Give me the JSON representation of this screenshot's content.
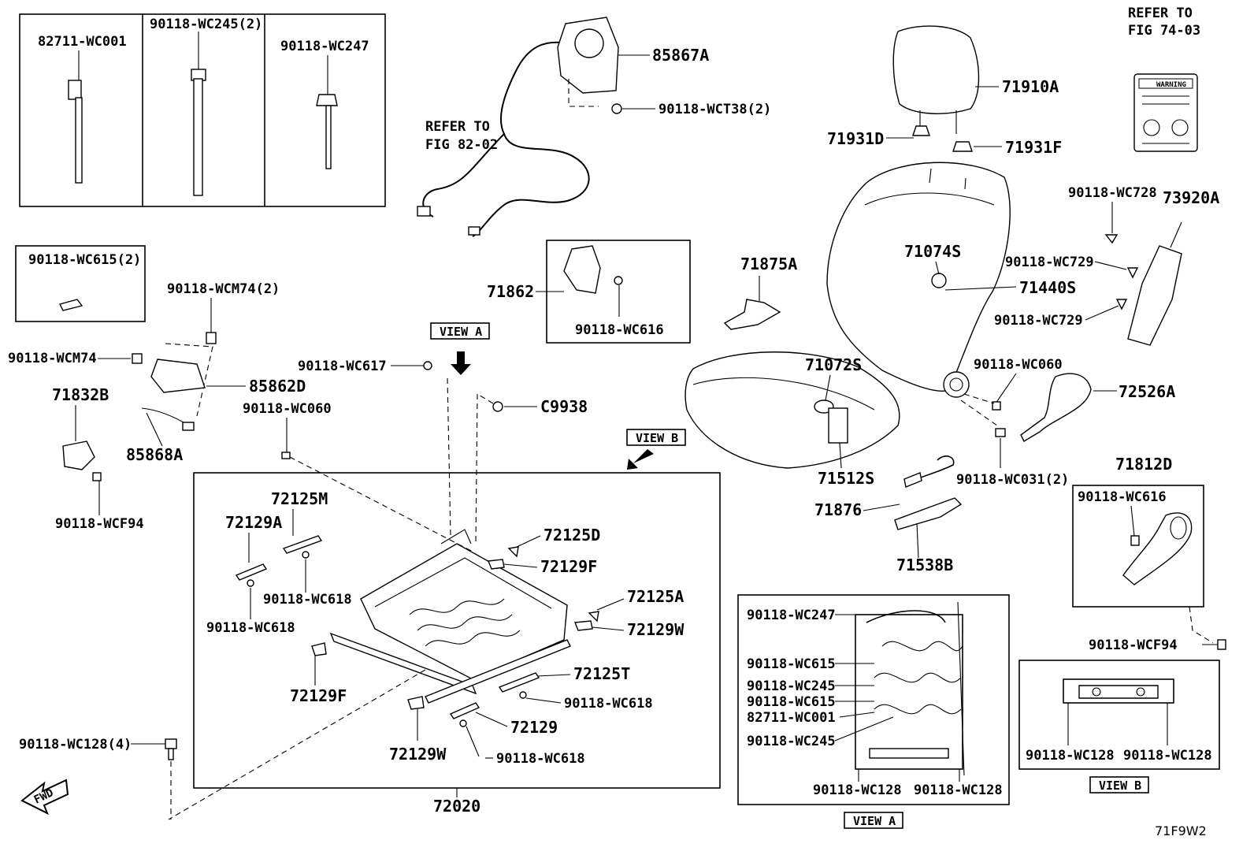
{
  "labels": {
    "p82711_wc001": "82711-WC001",
    "p90118_wc245_2": "90118-WC245(2)",
    "p90118_wc247": "90118-WC247",
    "p85867a": "85867A",
    "p90118_wct38_2": "90118-WCT38(2)",
    "refer_82_a": "REFER TO",
    "refer_82_b": "FIG 82-02",
    "p71910a": "71910A",
    "p71931d": "71931D",
    "p71931f": "71931F",
    "refer_74_a": "REFER TO",
    "refer_74_b": "FIG 74-03",
    "warning": "WARNING",
    "p90118_wc728": "90118-WC728",
    "p73920a": "73920A",
    "p90118_wc615_2": "90118-WC615(2)",
    "p90118_wcm74_2": "90118-WCM74(2)",
    "p71862": "71862",
    "p90118_wc616": "90118-WC616",
    "p71875a": "71875A",
    "p71074s": "71074S",
    "p90118_wc729_a": "90118-WC729",
    "p71440s": "71440S",
    "p90118_wc729_b": "90118-WC729",
    "view_a_tag": "VIEW A",
    "p90118_wcm74": "90118-WCM74",
    "p90118_wc617": "90118-WC617",
    "p71832b": "71832B",
    "p85862d": "85862D",
    "p71072s": "71072S",
    "p90118_wc060_a": "90118-WC060",
    "p72526a": "72526A",
    "p90118_wc060_b": "90118-WC060",
    "pc9938": "C9938",
    "p85868a": "85868A",
    "view_b_tag": "VIEW B",
    "p71512s": "71512S",
    "p90118_wc031_2": "90118-WC031(2)",
    "p71812d": "71812D",
    "p90118_wc616_b": "90118-WC616",
    "p90118_wcf94": "90118-WCF94",
    "p72125m": "72125M",
    "p71876": "71876",
    "p72129a": "72129A",
    "p72125d": "72125D",
    "p72129f_a": "72129F",
    "p71538b": "71538B",
    "p90118_wc618_a": "90118-WC618",
    "p90118_wc618_b": "90118-WC618",
    "p72125a": "72125A",
    "p72129w_a": "72129W",
    "p90118_wc247_v": "90118-WC247",
    "p90118_wcf94_b": "90118-WCF94",
    "p90118_wc615_v1": "90118-WC615",
    "p72125t": "72125T",
    "p90118_wc245_v1": "90118-WC245",
    "p72129f_b": "72129F",
    "p90118_wc615_v2": "90118-WC615",
    "p90118_wc618_c": "90118-WC618",
    "p82711_wc001_v": "82711-WC001",
    "p72129": "72129",
    "p90118_wc245_v2": "90118-WC245",
    "p90118_wc128_4": "90118-WC128(4)",
    "p72129w_b": "72129W",
    "p90118_wc618_d": "90118-WC618",
    "p90118_wc128_v1": "90118-WC128",
    "p90118_wc128_v2": "90118-WC128",
    "p90118_wc128_b1": "90118-WC128",
    "p90118_wc128_b2": "90118-WC128",
    "p72020": "72020",
    "view_a_caption": "VIEW A",
    "view_b_caption": "VIEW B",
    "fwd": "FWD",
    "fig_code": "71F9W2"
  }
}
